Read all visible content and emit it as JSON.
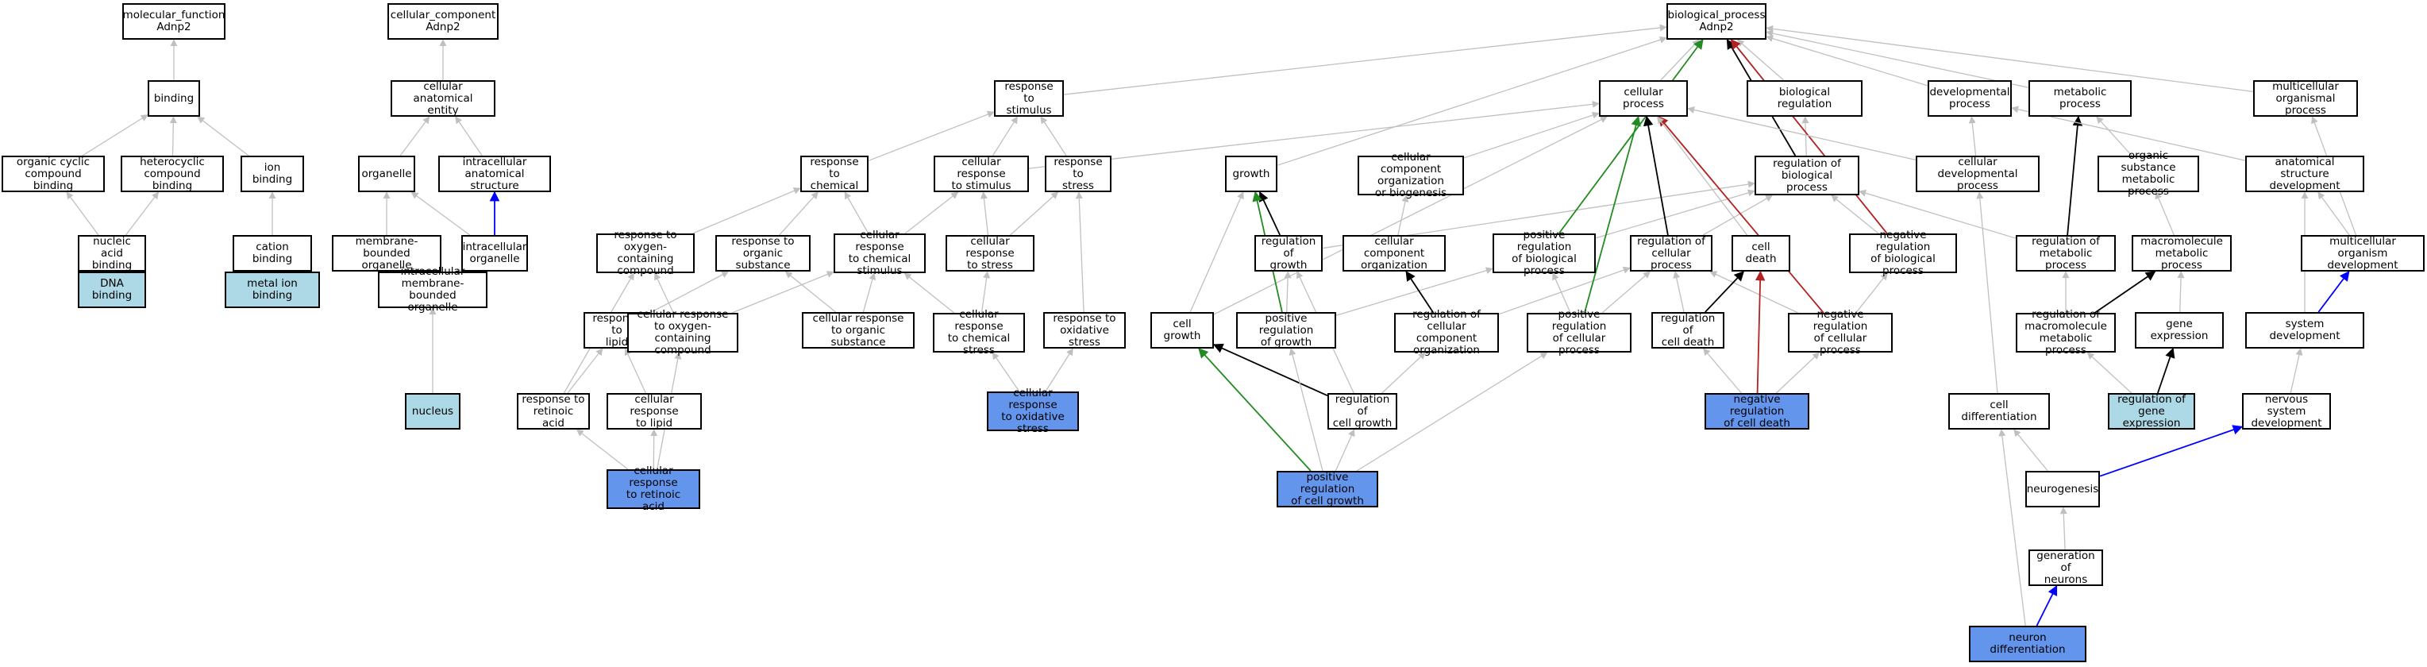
{
  "colors": {
    "query_dark": "#6495ED",
    "query_light": "#ADD8E6",
    "is_a": "#C0C0C0",
    "part_of": "#000000",
    "regulates": "#0000FF",
    "positively_regulates": "#228B22",
    "negatively_regulates": "#B22222"
  },
  "nodes": [
    {
      "id": "mf",
      "label": "molecular_function\nAdnp2"
    },
    {
      "id": "cc",
      "label": "cellular_component\nAdnp2"
    },
    {
      "id": "bp",
      "label": "biological_process\nAdnp2"
    },
    {
      "id": "binding",
      "label": "binding"
    },
    {
      "id": "cae",
      "label": "cellular anatomical\nentity"
    },
    {
      "id": "rstim",
      "label": "response to\nstimulus"
    },
    {
      "id": "cellproc",
      "label": "cellular process"
    },
    {
      "id": "bioreg",
      "label": "biological regulation"
    },
    {
      "id": "devproc",
      "label": "developmental\nprocess"
    },
    {
      "id": "metproc",
      "label": "metabolic process"
    },
    {
      "id": "multiproc",
      "label": "multicellular\norganismal process"
    },
    {
      "id": "occb",
      "label": "organic cyclic\ncompound binding"
    },
    {
      "id": "hcb",
      "label": "heterocyclic\ncompound binding"
    },
    {
      "id": "ionb",
      "label": "ion binding"
    },
    {
      "id": "organelle",
      "label": "organelle"
    },
    {
      "id": "ias",
      "label": "intracellular\nanatomical structure"
    },
    {
      "id": "rchem",
      "label": "response to\nchemical"
    },
    {
      "id": "crstim",
      "label": "cellular response\nto stimulus"
    },
    {
      "id": "rstress",
      "label": "response to\nstress"
    },
    {
      "id": "growth",
      "label": "growth"
    },
    {
      "id": "ccob",
      "label": "cellular component\norganization\nor biogenesis"
    },
    {
      "id": "cdevproc",
      "label": "cellular developmental\nprocess"
    },
    {
      "id": "regbp",
      "label": "regulation of\nbiological process"
    },
    {
      "id": "osmp",
      "label": "organic substance\nmetabolic process"
    },
    {
      "id": "asd",
      "label": "anatomical structure\ndevelopment"
    },
    {
      "id": "nab",
      "label": "nucleic acid\nbinding"
    },
    {
      "id": "catb",
      "label": "cation binding"
    },
    {
      "id": "mbo",
      "label": "membrane-bounded\norganelle"
    },
    {
      "id": "io",
      "label": "intracellular\norganelle"
    },
    {
      "id": "rocc",
      "label": "response to\noxygen-containing\ncompound"
    },
    {
      "id": "ros",
      "label": "response to\norganic substance"
    },
    {
      "id": "crcs",
      "label": "cellular response\nto chemical\nstimulus"
    },
    {
      "id": "crstress",
      "label": "cellular response\nto stress"
    },
    {
      "id": "reggrowth",
      "label": "regulation of\ngrowth"
    },
    {
      "id": "cco",
      "label": "cellular component\norganization"
    },
    {
      "id": "posregbp",
      "label": "positive regulation\nof biological\nprocess"
    },
    {
      "id": "regcp",
      "label": "regulation of\ncellular process"
    },
    {
      "id": "celldeath",
      "label": "cell death"
    },
    {
      "id": "negregbp",
      "label": "negative regulation\nof biological\nprocess"
    },
    {
      "id": "regmp",
      "label": "regulation of\nmetabolic process"
    },
    {
      "id": "mmp",
      "label": "macromolecule\nmetabolic process"
    },
    {
      "id": "mod",
      "label": "multicellular\norganism development"
    },
    {
      "id": "dnab",
      "label": "DNA binding",
      "fill": "light"
    },
    {
      "id": "mib",
      "label": "metal ion binding",
      "fill": "light"
    },
    {
      "id": "imbo",
      "label": "intracellular\nmembrane-bounded\norganelle"
    },
    {
      "id": "rlipid",
      "label": "response to\nlipid"
    },
    {
      "id": "crocc",
      "label": "cellular response\nto oxygen-containing\ncompound"
    },
    {
      "id": "cros",
      "label": "cellular response\nto organic substance"
    },
    {
      "id": "crchemstress",
      "label": "cellular response\nto chemical\nstress"
    },
    {
      "id": "rox",
      "label": "response to\noxidative stress"
    },
    {
      "id": "cellgrowth",
      "label": "cell growth"
    },
    {
      "id": "posreggrowth",
      "label": "positive regulation\nof growth"
    },
    {
      "id": "regcco",
      "label": "regulation of\ncellular component\norganization"
    },
    {
      "id": "posregcp",
      "label": "positive regulation\nof cellular\nprocess"
    },
    {
      "id": "regcelldeath",
      "label": "regulation of\ncell death"
    },
    {
      "id": "negregcp",
      "label": "negative regulation\nof cellular\nprocess"
    },
    {
      "id": "regmmp",
      "label": "regulation of\nmacromolecule\nmetabolic process"
    },
    {
      "id": "geneexp",
      "label": "gene expression"
    },
    {
      "id": "sysdev",
      "label": "system development"
    },
    {
      "id": "nucleus",
      "label": "nucleus",
      "fill": "light"
    },
    {
      "id": "rra",
      "label": "response to\nretinoic acid"
    },
    {
      "id": "crlipid",
      "label": "cellular response\nto lipid"
    },
    {
      "id": "crox",
      "label": "cellular response\nto oxidative\nstress",
      "fill": "dark"
    },
    {
      "id": "regcellgrowth",
      "label": "regulation of\ncell growth"
    },
    {
      "id": "negregcelldeath",
      "label": "negative regulation\nof cell death",
      "fill": "dark"
    },
    {
      "id": "celldiff",
      "label": "cell differentiation"
    },
    {
      "id": "reggeneexp",
      "label": "regulation of\ngene expression",
      "fill": "light"
    },
    {
      "id": "nsd",
      "label": "nervous system\ndevelopment"
    },
    {
      "id": "crra",
      "label": "cellular response\nto retinoic\nacid",
      "fill": "dark"
    },
    {
      "id": "posregcellgrowth",
      "label": "positive regulation\nof cell growth",
      "fill": "dark"
    },
    {
      "id": "neurogenesis",
      "label": "neurogenesis"
    },
    {
      "id": "genneurons",
      "label": "generation of\nneurons"
    },
    {
      "id": "neurondiff",
      "label": "neuron differentiation",
      "fill": "dark"
    }
  ],
  "edges": [
    {
      "from": "binding",
      "to": "mf",
      "type": "is_a"
    },
    {
      "from": "occb",
      "to": "binding",
      "type": "is_a"
    },
    {
      "from": "hcb",
      "to": "binding",
      "type": "is_a"
    },
    {
      "from": "ionb",
      "to": "binding",
      "type": "is_a"
    },
    {
      "from": "nab",
      "to": "occb",
      "type": "is_a"
    },
    {
      "from": "nab",
      "to": "hcb",
      "type": "is_a"
    },
    {
      "from": "dnab",
      "to": "nab",
      "type": "is_a"
    },
    {
      "from": "catb",
      "to": "ionb",
      "type": "is_a"
    },
    {
      "from": "mib",
      "to": "catb",
      "type": "is_a"
    },
    {
      "from": "cae",
      "to": "cc",
      "type": "is_a"
    },
    {
      "from": "organelle",
      "to": "cae",
      "type": "is_a"
    },
    {
      "from": "ias",
      "to": "cae",
      "type": "is_a"
    },
    {
      "from": "mbo",
      "to": "organelle",
      "type": "is_a"
    },
    {
      "from": "io",
      "to": "organelle",
      "type": "is_a"
    },
    {
      "from": "io",
      "to": "ias",
      "type": "regulates"
    },
    {
      "from": "imbo",
      "to": "mbo",
      "type": "is_a"
    },
    {
      "from": "imbo",
      "to": "io",
      "type": "is_a"
    },
    {
      "from": "nucleus",
      "to": "imbo",
      "type": "is_a"
    },
    {
      "from": "rstim",
      "to": "bp",
      "type": "is_a"
    },
    {
      "from": "cellproc",
      "to": "bp",
      "type": "is_a"
    },
    {
      "from": "bioreg",
      "to": "bp",
      "type": "is_a"
    },
    {
      "from": "devproc",
      "to": "bp",
      "type": "is_a"
    },
    {
      "from": "metproc",
      "to": "bp",
      "type": "is_a"
    },
    {
      "from": "multiproc",
      "to": "bp",
      "type": "is_a"
    },
    {
      "from": "growth",
      "to": "bp",
      "type": "is_a"
    },
    {
      "from": "rchem",
      "to": "rstim",
      "type": "is_a"
    },
    {
      "from": "crstim",
      "to": "rstim",
      "type": "is_a"
    },
    {
      "from": "crstim",
      "to": "cellproc",
      "type": "is_a"
    },
    {
      "from": "rstress",
      "to": "rstim",
      "type": "is_a"
    },
    {
      "from": "rocc",
      "to": "rchem",
      "type": "is_a"
    },
    {
      "from": "ros",
      "to": "rchem",
      "type": "is_a"
    },
    {
      "from": "crcs",
      "to": "rchem",
      "type": "is_a"
    },
    {
      "from": "crcs",
      "to": "crstim",
      "type": "is_a"
    },
    {
      "from": "crstress",
      "to": "crstim",
      "type": "is_a"
    },
    {
      "from": "crstress",
      "to": "rstress",
      "type": "is_a"
    },
    {
      "from": "rlipid",
      "to": "ros",
      "type": "is_a"
    },
    {
      "from": "crocc",
      "to": "rocc",
      "type": "is_a"
    },
    {
      "from": "crocc",
      "to": "crcs",
      "type": "is_a"
    },
    {
      "from": "cros",
      "to": "ros",
      "type": "is_a"
    },
    {
      "from": "cros",
      "to": "crcs",
      "type": "is_a"
    },
    {
      "from": "crchemstress",
      "to": "crcs",
      "type": "is_a"
    },
    {
      "from": "crchemstress",
      "to": "crstress",
      "type": "is_a"
    },
    {
      "from": "rox",
      "to": "rstress",
      "type": "is_a"
    },
    {
      "from": "rra",
      "to": "rocc",
      "type": "is_a"
    },
    {
      "from": "rra",
      "to": "rlipid",
      "type": "is_a"
    },
    {
      "from": "crlipid",
      "to": "rlipid",
      "type": "is_a"
    },
    {
      "from": "crra",
      "to": "rra",
      "type": "is_a"
    },
    {
      "from": "crra",
      "to": "crlipid",
      "type": "is_a"
    },
    {
      "from": "crra",
      "to": "crocc",
      "type": "is_a"
    },
    {
      "from": "crox",
      "to": "crchemstress",
      "type": "is_a"
    },
    {
      "from": "crox",
      "to": "rox",
      "type": "is_a"
    },
    {
      "from": "cellgrowth",
      "to": "growth",
      "type": "is_a"
    },
    {
      "from": "cellgrowth",
      "to": "cellproc",
      "type": "is_a"
    },
    {
      "from": "reggrowth",
      "to": "growth",
      "type": "part_of"
    },
    {
      "from": "reggrowth",
      "to": "regbp",
      "type": "is_a"
    },
    {
      "from": "posreggrowth",
      "to": "reggrowth",
      "type": "is_a"
    },
    {
      "from": "posreggrowth",
      "to": "growth",
      "type": "positively_regulates"
    },
    {
      "from": "posreggrowth",
      "to": "posregbp",
      "type": "is_a"
    },
    {
      "from": "regcellgrowth",
      "to": "cellgrowth",
      "type": "part_of"
    },
    {
      "from": "regcellgrowth",
      "to": "reggrowth",
      "type": "is_a"
    },
    {
      "from": "regcellgrowth",
      "to": "regcco",
      "type": "is_a"
    },
    {
      "from": "posregcellgrowth",
      "to": "regcellgrowth",
      "type": "is_a"
    },
    {
      "from": "posregcellgrowth",
      "to": "posreggrowth",
      "type": "is_a"
    },
    {
      "from": "posregcellgrowth",
      "to": "cellgrowth",
      "type": "positively_regulates"
    },
    {
      "from": "posregcellgrowth",
      "to": "posregcp",
      "type": "is_a"
    },
    {
      "from": "ccob",
      "to": "cellproc",
      "type": "is_a"
    },
    {
      "from": "cco",
      "to": "ccob",
      "type": "is_a"
    },
    {
      "from": "regcco",
      "to": "cco",
      "type": "part_of"
    },
    {
      "from": "regcco",
      "to": "regcp",
      "type": "is_a"
    },
    {
      "from": "regbp",
      "to": "bioreg",
      "type": "is_a"
    },
    {
      "from": "regbp",
      "to": "bp",
      "type": "part_of"
    },
    {
      "from": "posregbp",
      "to": "regbp",
      "type": "is_a"
    },
    {
      "from": "posregbp",
      "to": "bp",
      "type": "positively_regulates"
    },
    {
      "from": "negregbp",
      "to": "regbp",
      "type": "is_a"
    },
    {
      "from": "negregbp",
      "to": "bp",
      "type": "negatively_regulates"
    },
    {
      "from": "regcp",
      "to": "regbp",
      "type": "is_a"
    },
    {
      "from": "regcp",
      "to": "cellproc",
      "type": "part_of"
    },
    {
      "from": "posregcp",
      "to": "posregbp",
      "type": "is_a"
    },
    {
      "from": "posregcp",
      "to": "regcp",
      "type": "is_a"
    },
    {
      "from": "posregcp",
      "to": "cellproc",
      "type": "positively_regulates"
    },
    {
      "from": "negregcp",
      "to": "negregbp",
      "type": "is_a"
    },
    {
      "from": "negregcp",
      "to": "regcp",
      "type": "is_a"
    },
    {
      "from": "negregcp",
      "to": "cellproc",
      "type": "negatively_regulates"
    },
    {
      "from": "celldeath",
      "to": "cellproc",
      "type": "is_a"
    },
    {
      "from": "regcelldeath",
      "to": "regcp",
      "type": "is_a"
    },
    {
      "from": "regcelldeath",
      "to": "celldeath",
      "type": "part_of"
    },
    {
      "from": "negregcelldeath",
      "to": "regcelldeath",
      "type": "is_a"
    },
    {
      "from": "negregcelldeath",
      "to": "negregcp",
      "type": "is_a"
    },
    {
      "from": "negregcelldeath",
      "to": "celldeath",
      "type": "negatively_regulates"
    },
    {
      "from": "cdevproc",
      "to": "devproc",
      "type": "is_a"
    },
    {
      "from": "cdevproc",
      "to": "cellproc",
      "type": "is_a"
    },
    {
      "from": "celldiff",
      "to": "cdevproc",
      "type": "is_a"
    },
    {
      "from": "neurogenesis",
      "to": "celldiff",
      "type": "is_a"
    },
    {
      "from": "genneurons",
      "to": "neurogenesis",
      "type": "is_a"
    },
    {
      "from": "neurondiff",
      "to": "celldiff",
      "type": "is_a"
    },
    {
      "from": "neurondiff",
      "to": "genneurons",
      "type": "regulates"
    },
    {
      "from": "neurogenesis",
      "to": "nsd",
      "type": "regulates"
    },
    {
      "from": "osmp",
      "to": "metproc",
      "type": "is_a"
    },
    {
      "from": "regmp",
      "to": "metproc",
      "type": "part_of"
    },
    {
      "from": "regmp",
      "to": "regbp",
      "type": "is_a"
    },
    {
      "from": "mmp",
      "to": "osmp",
      "type": "is_a"
    },
    {
      "from": "regmmp",
      "to": "regmp",
      "type": "is_a"
    },
    {
      "from": "regmmp",
      "to": "mmp",
      "type": "part_of"
    },
    {
      "from": "geneexp",
      "to": "mmp",
      "type": "is_a"
    },
    {
      "from": "reggeneexp",
      "to": "regmmp",
      "type": "is_a"
    },
    {
      "from": "reggeneexp",
      "to": "geneexp",
      "type": "part_of"
    },
    {
      "from": "asd",
      "to": "devproc",
      "type": "is_a"
    },
    {
      "from": "mod",
      "to": "multiproc",
      "type": "is_a"
    },
    {
      "from": "mod",
      "to": "asd",
      "type": "is_a"
    },
    {
      "from": "sysdev",
      "to": "mod",
      "type": "regulates"
    },
    {
      "from": "sysdev",
      "to": "asd",
      "type": "is_a"
    },
    {
      "from": "nsd",
      "to": "sysdev",
      "type": "is_a"
    }
  ]
}
